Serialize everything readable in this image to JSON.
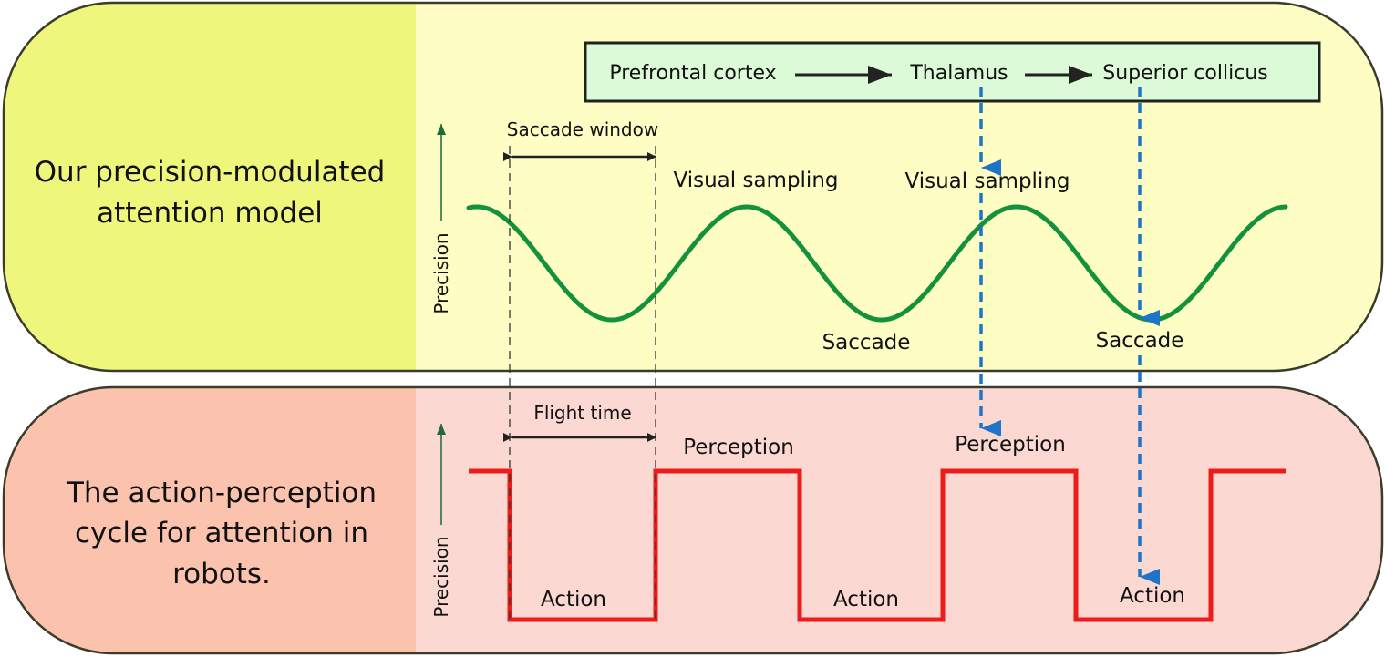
{
  "panels": {
    "top": {
      "label_lines": [
        "Our precision-modulated",
        "attention model"
      ],
      "axis_label": "Precision",
      "pathway": [
        "Prefrontal cortex",
        "Thalamus",
        "Superior collicus"
      ],
      "saccade_window": "Saccade window",
      "visual_sampling_1": "Visual sampling",
      "visual_sampling_2": "Visual sampling",
      "saccade_1": "Saccade",
      "saccade_2": "Saccade"
    },
    "bottom": {
      "label_lines": [
        "The action-perception",
        "cycle for attention in",
        "robots."
      ],
      "axis_label": "Precision",
      "flight_time": "Flight time",
      "perception_1": "Perception",
      "perception_2": "Perception",
      "action_1": "Action",
      "action_2": "Action",
      "action_3": "Action"
    }
  },
  "colors": {
    "top_bg": "#fdfdc4",
    "top_label_bg": "#eef67c",
    "bottom_bg": "#fcd8d3",
    "bottom_label_bg": "#fbc2ad",
    "pathway_box": "#ddfad8",
    "wave": "#13913b",
    "square_wave": "#ee1b1b",
    "dashed_arrow": "#1e74c6",
    "axis_arrow": "#1d6b36"
  }
}
